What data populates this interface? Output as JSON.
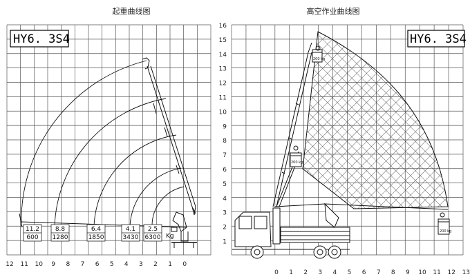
{
  "left_panel": {
    "title": "起重曲线图",
    "model": "HY6. 3S4",
    "x_ticks": [
      "12",
      "11",
      "10",
      "9",
      "8",
      "7",
      "6",
      "5",
      "4",
      "3",
      "2",
      "1",
      "0"
    ],
    "load_table": [
      {
        "radius": "11.2",
        "load": "600"
      },
      {
        "radius": "8.8",
        "load": "1280"
      },
      {
        "radius": "6.4",
        "load": "1850"
      },
      {
        "radius": "4.1",
        "load": "3430"
      },
      {
        "radius": "2.5",
        "load": "6300"
      }
    ],
    "unit_label": "Kg"
  },
  "right_panel": {
    "title": "高空作业曲线图",
    "model": "HY6. 3S4",
    "y_ticks": [
      "16",
      "15",
      "14",
      "13",
      "12",
      "11",
      "10",
      "9",
      "8",
      "7",
      "6",
      "5",
      "4",
      "3",
      "2",
      "1"
    ],
    "x_ticks": [
      "0",
      "1",
      "2",
      "3",
      "4",
      "5",
      "6",
      "7",
      "8",
      "9",
      "10",
      "11",
      "12",
      "13"
    ],
    "basket_labels": [
      "200 kg",
      "200 kg",
      "200 kg"
    ]
  },
  "colors": {
    "line": "#111111",
    "grid": "#555555",
    "background": "#ffffff"
  }
}
